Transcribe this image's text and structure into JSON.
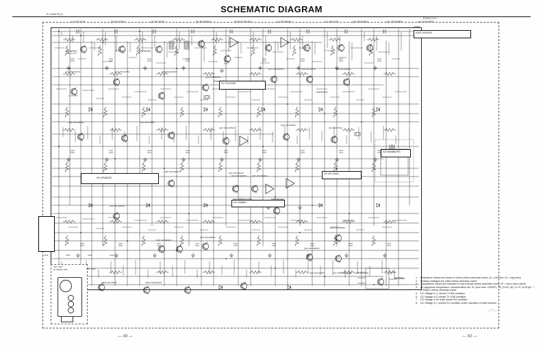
{
  "document": {
    "title": "SCHEMATIC DIAGRAM",
    "page_left": "— 49 —",
    "page_right": "— 50 —",
    "watermark": "cPc",
    "sheet_code_top_left": "R-1 MAIN PB (2)",
    "sheet_code_top_right": "RT549-1-24-2"
  },
  "top_device_row": [
    {
      "ref": "Q1",
      "part": "2SC1675L"
    },
    {
      "ref": "Q2",
      "part": "2SC1675L"
    },
    {
      "ref": "Q3",
      "part": "2SC1675L"
    },
    {
      "ref": "Q4",
      "part": "2SC945NO"
    },
    {
      "ref": "Q5",
      "part": "2SA733A-FB"
    },
    {
      "ref": "Q7",
      "part": "2SC945AB"
    },
    {
      "ref": "IC1",
      "part": "uPC1228"
    },
    {
      "ref": "Q10",
      "part": "2SC945NO"
    },
    {
      "ref": "Q11",
      "part": "2SC945NO"
    },
    {
      "ref": "Q12",
      "part": "2SC945NO"
    }
  ],
  "ic_blocks": [
    {
      "ref": "IC501",
      "part": "LB1423N"
    },
    {
      "ref": "IC2",
      "part": "TA7222AP"
    },
    {
      "ref": "IC3",
      "part": "uPC1182H"
    },
    {
      "ref": "IC4",
      "part": "LM380N"
    },
    {
      "ref": "IC5",
      "part": "uPD8253C"
    },
    {
      "ref": "IC6",
      "part": "MSM5807RS"
    }
  ],
  "device_labels": [
    {
      "ref": "Q13",
      "part": "2SC1675L"
    },
    {
      "ref": "Q14",
      "part": "2SC1675L"
    },
    {
      "ref": "Q15",
      "part": "2SC945NO"
    },
    {
      "ref": "Q16",
      "part": "2SC945NO"
    },
    {
      "ref": "Q17",
      "part": "2SC945NO"
    },
    {
      "ref": "Q18",
      "part": "2SC1675L"
    },
    {
      "ref": "Q19",
      "part": "2SC945NO"
    },
    {
      "ref": "Q20",
      "part": "2SC945NO"
    },
    {
      "ref": "Q21",
      "part": "2SC1675L"
    },
    {
      "ref": "Q22",
      "part": "2SC945NO"
    },
    {
      "ref": "Q23",
      "part": "2SC945NO"
    },
    {
      "ref": "Q24",
      "part": "2SA733A"
    },
    {
      "ref": "Q25",
      "part": "2SC945NO"
    },
    {
      "ref": "Q26",
      "part": "2SC945NO"
    },
    {
      "ref": "Q27",
      "part": "2SC945NO"
    },
    {
      "ref": "Q28",
      "part": "2SD1207"
    },
    {
      "ref": "Q29",
      "part": "2SC945NO"
    },
    {
      "ref": "Q30",
      "part": "2SC945NO"
    },
    {
      "ref": "Q31",
      "part": "2SC3212H"
    },
    {
      "ref": "Q32",
      "part": "2SC945NO"
    },
    {
      "ref": "Q33",
      "part": "2SB525C-QND"
    },
    {
      "ref": "Q34",
      "part": "2SC945NO"
    },
    {
      "ref": "Q35",
      "part": "2SC945NO"
    },
    {
      "ref": "Q36",
      "part": "2SC945NO"
    },
    {
      "ref": "Q37",
      "part": "2SB525C-QND"
    },
    {
      "ref": "Q38",
      "part": "2SD234H"
    },
    {
      "ref": "Q501",
      "part": "2SC1675L"
    },
    {
      "ref": "Q502",
      "part": "2SC945NO"
    }
  ],
  "mic_block": {
    "caption": "MIC UNIT",
    "subcaption": "DYNAMIC MIC",
    "jack_label": "MIC JACK"
  },
  "connector_labels": [
    "CN1",
    "CN2",
    "CN3",
    "CN4",
    "CN501"
  ],
  "notes": {
    "heading": "NOTES:",
    "items": [
      {
        "num": "1.",
        "text": "Resistance Values are shown in ohms unless otherwise noted. (K = kilo ohm, M = meg ohm)"
      },
      {
        "num": "2.",
        "text": "Resistor wattages are 1/6W unless otherwise noted."
      },
      {
        "num": "3.",
        "text": "Capacitance values are indicated in micro farads unless otherwise noted. (P = micro micro farad)"
      },
      {
        "num": "4.",
        "text": "All capacitors temperature characteristics are SL (less than 1000PF), 2F (0.047 µF) or YF (0.001µF = 0.039µF) unless otherwise noted."
      },
      {
        "num": "5.",
        "text": "DC Voltage in (     ) shows TX AM condition."
      },
      {
        "num": "6.",
        "text": "DC Voltage in [     ] shows TX SSB condition."
      },
      {
        "num": "7.",
        "text": "DC Voltage in no mark shows RX condition."
      },
      {
        "num": "8.",
        "text": "DC Voltage in |     | shows RX condition under operation of each function."
      }
    ]
  }
}
